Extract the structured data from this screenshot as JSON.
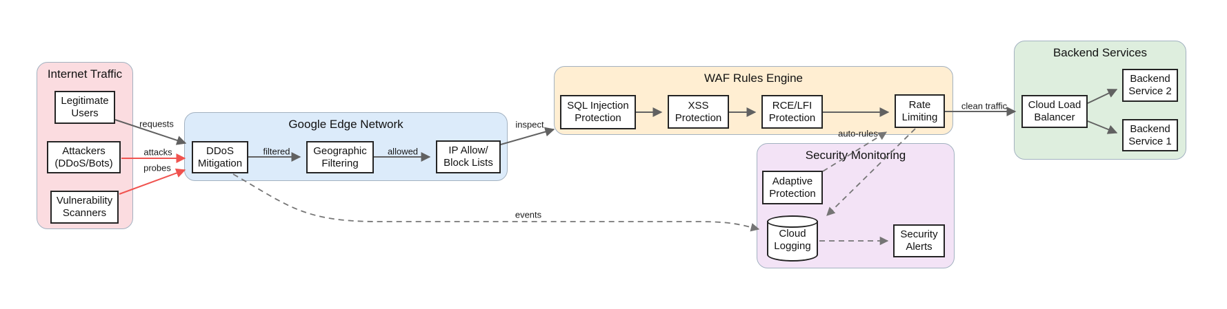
{
  "containers": {
    "internet_traffic": {
      "title": "Internet Traffic",
      "fill": "#fbdce0"
    },
    "google_edge_network": {
      "title": "Google Edge Network",
      "fill": "#dcebfa"
    },
    "waf_rules_engine": {
      "title": "WAF Rules Engine",
      "fill": "#ffeed2"
    },
    "security_monitoring": {
      "title": "Security Monitoring",
      "fill": "#f3e3f6"
    },
    "backend_services": {
      "title": "Backend Services",
      "fill": "#deeede"
    }
  },
  "nodes": {
    "legitimate_users": {
      "label": "Legitimate\nUsers",
      "shape": "rect"
    },
    "attackers": {
      "label": "Attackers\n(DDoS/Bots)",
      "shape": "rect"
    },
    "vulnerability_scanners": {
      "label": "Vulnerability\nScanners",
      "shape": "rect"
    },
    "ddos_mitigation": {
      "label": "DDoS\nMitigation",
      "shape": "rect"
    },
    "geographic_filtering": {
      "label": "Geographic\nFiltering",
      "shape": "rect"
    },
    "ip_allow_block_lists": {
      "label": "IP Allow/\nBlock Lists",
      "shape": "rect"
    },
    "sql_injection_protection": {
      "label": "SQL Injection\nProtection",
      "shape": "rect"
    },
    "xss_protection": {
      "label": "XSS\nProtection",
      "shape": "rect"
    },
    "rce_lfi_protection": {
      "label": "RCE/LFI\nProtection",
      "shape": "rect"
    },
    "rate_limiting": {
      "label": "Rate\nLimiting",
      "shape": "rect"
    },
    "adaptive_protection": {
      "label": "Adaptive\nProtection",
      "shape": "rect"
    },
    "cloud_logging": {
      "label": "Cloud\nLogging",
      "shape": "cylinder"
    },
    "security_alerts": {
      "label": "Security\nAlerts",
      "shape": "rect"
    },
    "cloud_load_balancer": {
      "label": "Cloud Load\nBalancer",
      "shape": "rect"
    },
    "backend_service_2": {
      "label": "Backend\nService 2",
      "shape": "rect"
    },
    "backend_service_1": {
      "label": "Backend\nService 1",
      "shape": "rect"
    }
  },
  "edge_labels": {
    "requests": "requests",
    "attacks": "attacks",
    "probes": "probes",
    "filtered": "filtered",
    "allowed": "allowed",
    "inspect": "inspect",
    "clean_traffic": "clean traffic",
    "auto_rules": "auto-rules",
    "events": "events"
  },
  "edges": [
    {
      "from": "legitimate_users",
      "to": "ddos_mitigation",
      "label": "requests",
      "style": "solid",
      "color": "#616161"
    },
    {
      "from": "attackers",
      "to": "ddos_mitigation",
      "label": "attacks",
      "style": "solid",
      "color": "#f0534f"
    },
    {
      "from": "vulnerability_scanners",
      "to": "ddos_mitigation",
      "label": "probes",
      "style": "solid",
      "color": "#f0534f"
    },
    {
      "from": "ddos_mitigation",
      "to": "geographic_filtering",
      "label": "filtered",
      "style": "solid",
      "color": "#616161"
    },
    {
      "from": "geographic_filtering",
      "to": "ip_allow_block_lists",
      "label": "allowed",
      "style": "solid",
      "color": "#616161"
    },
    {
      "from": "ip_allow_block_lists",
      "to": "sql_injection_protection",
      "label": "inspect",
      "style": "solid",
      "color": "#616161"
    },
    {
      "from": "sql_injection_protection",
      "to": "xss_protection",
      "label": "",
      "style": "solid",
      "color": "#616161"
    },
    {
      "from": "xss_protection",
      "to": "rce_lfi_protection",
      "label": "",
      "style": "solid",
      "color": "#616161"
    },
    {
      "from": "rce_lfi_protection",
      "to": "rate_limiting",
      "label": "",
      "style": "solid",
      "color": "#616161"
    },
    {
      "from": "rate_limiting",
      "to": "cloud_load_balancer",
      "label": "clean traffic",
      "style": "solid",
      "color": "#616161"
    },
    {
      "from": "cloud_load_balancer",
      "to": "backend_service_2",
      "label": "",
      "style": "solid",
      "color": "#616161"
    },
    {
      "from": "cloud_load_balancer",
      "to": "backend_service_1",
      "label": "",
      "style": "solid",
      "color": "#616161"
    },
    {
      "from": "ddos_mitigation",
      "to": "cloud_logging",
      "label": "events",
      "style": "dashed",
      "color": "#757575"
    },
    {
      "from": "adaptive_protection",
      "to": "rate_limiting",
      "label": "auto-rules",
      "style": "dashed",
      "color": "#757575"
    },
    {
      "from": "rate_limiting",
      "to": "cloud_logging",
      "label": "",
      "style": "dashed",
      "color": "#757575"
    },
    {
      "from": "cloud_logging",
      "to": "security_alerts",
      "label": "",
      "style": "dashed",
      "color": "#757575"
    }
  ],
  "colors": {
    "solid_arrow": "#616161",
    "attack_arrow": "#f0534f",
    "dashed_arrow": "#757575",
    "node_border": "#232323",
    "node_fill": "#ffffff",
    "container_border": "#a2b1c0",
    "background": "#ffffff"
  }
}
